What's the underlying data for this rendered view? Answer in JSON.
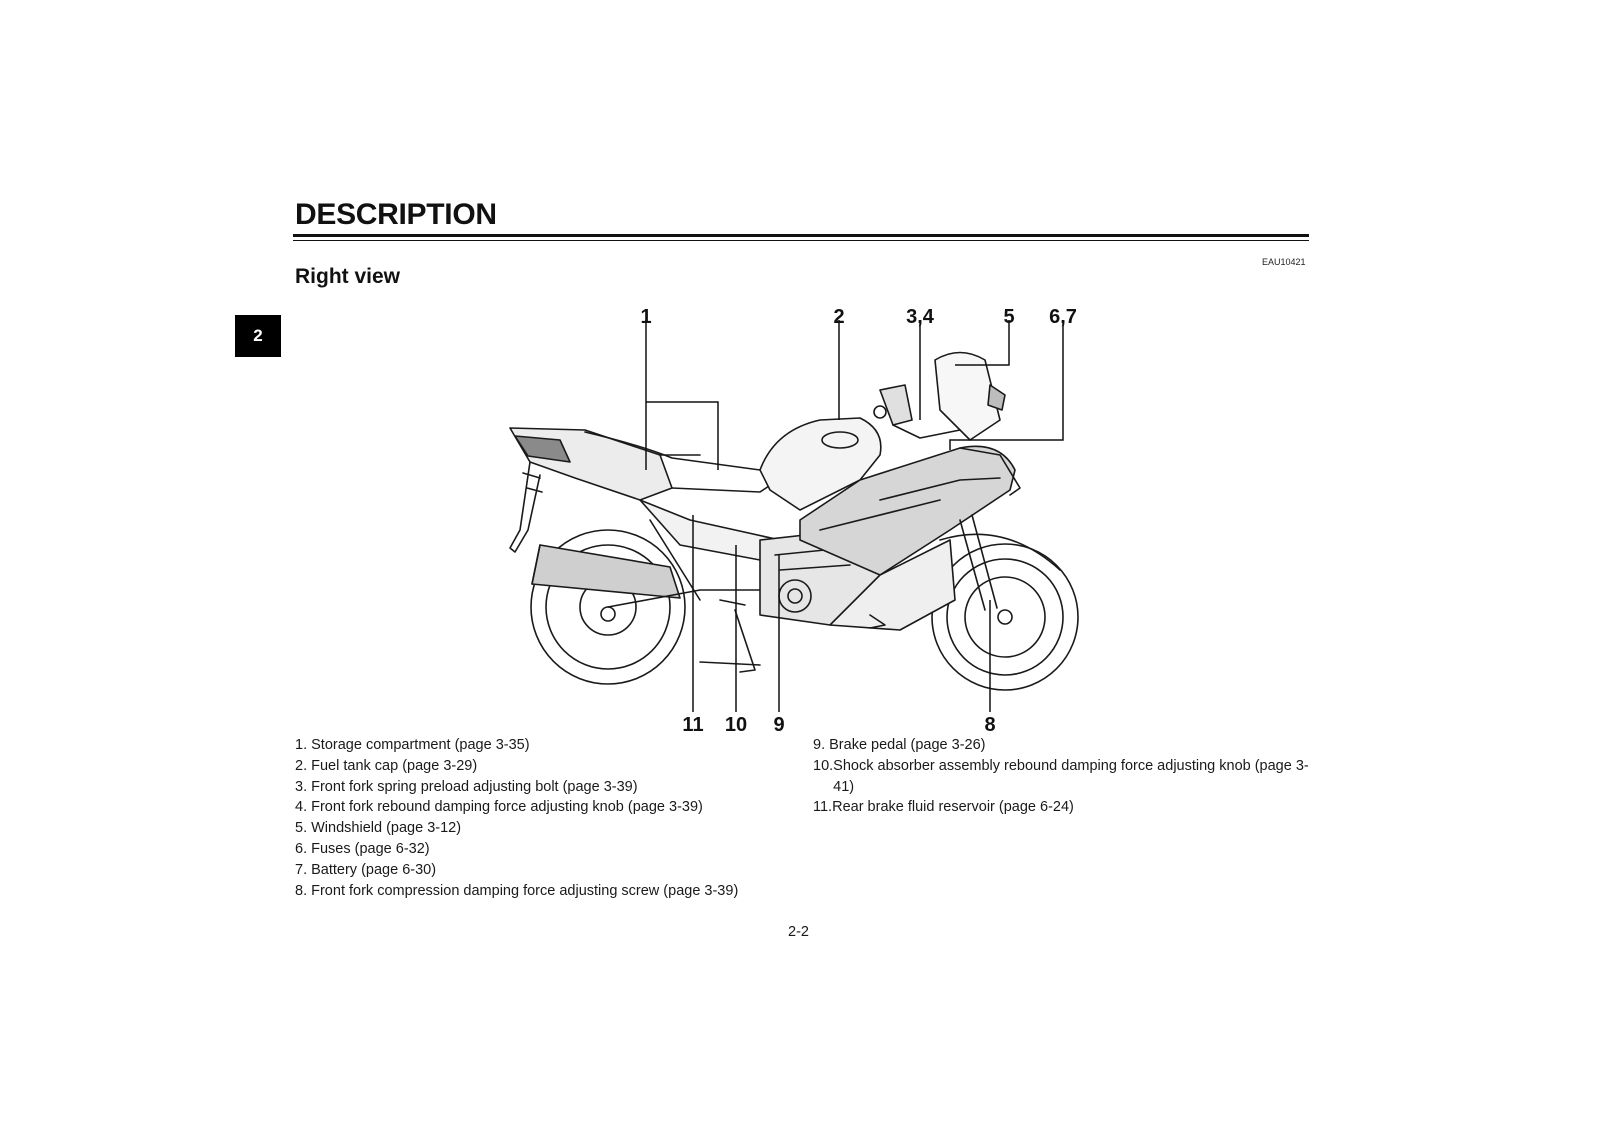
{
  "header": {
    "title": "DESCRIPTION",
    "code": "EAU10421"
  },
  "section": {
    "subtitle": "Right view",
    "chapter_tab": "2"
  },
  "callouts": [
    "1",
    "2",
    "3,4",
    "5",
    "6,7",
    "11",
    "10",
    "9",
    "8"
  ],
  "parts_left": [
    {
      "num": "1. ",
      "text": "Storage compartment (page 3-35)"
    },
    {
      "num": "2. ",
      "text": "Fuel tank cap (page 3-29)"
    },
    {
      "num": "3. ",
      "text": "Front fork spring preload adjusting bolt (page 3-39)"
    },
    {
      "num": "4. ",
      "text": "Front fork rebound damping force adjusting knob (page 3-39)"
    },
    {
      "num": "5. ",
      "text": "Windshield (page 3-12)"
    },
    {
      "num": "6. ",
      "text": "Fuses (page 6-32)"
    },
    {
      "num": "7. ",
      "text": "Battery (page 6-30)"
    },
    {
      "num": "8. ",
      "text": "Front fork compression damping force adjusting screw (page 3-39)"
    }
  ],
  "parts_right": [
    {
      "num": "9. ",
      "text": "Brake pedal (page 3-26)"
    },
    {
      "num": "10.",
      "text": "Shock absorber assembly rebound damping force adjusting knob (page 3-41)"
    },
    {
      "num": "11.",
      "text": "Rear brake fluid reservoir (page 6-24)"
    }
  ],
  "footer": {
    "page_number": "2-2"
  }
}
